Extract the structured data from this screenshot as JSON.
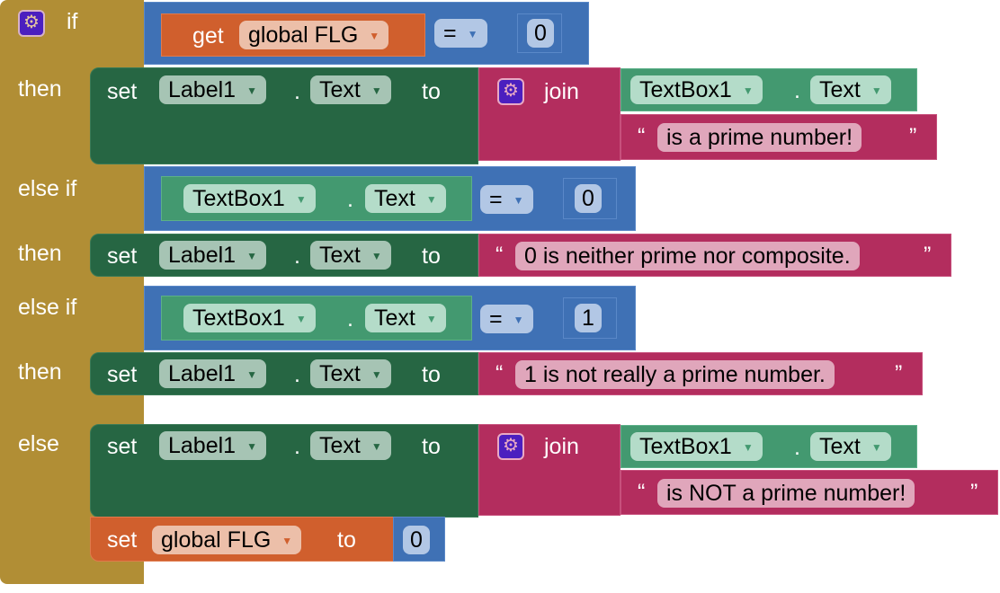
{
  "if_block": {
    "if_label": "if",
    "then_label": "then",
    "else_if_label": "else if",
    "else_label": "else"
  },
  "condition1": {
    "get_label": "get",
    "variable": "global FLG",
    "operator": "=",
    "value": "0"
  },
  "then1": {
    "set_label": "set",
    "component": "Label1",
    "dot": ".",
    "property": "Text",
    "to_label": "to",
    "join_label": "join",
    "join_component": "TextBox1",
    "join_property": "Text",
    "open_quote": "“",
    "close_quote": "”",
    "string": "is a prime number!"
  },
  "condition2": {
    "component": "TextBox1",
    "dot": ".",
    "property": "Text",
    "operator": "=",
    "value": "0"
  },
  "then2": {
    "set_label": "set",
    "component": "Label1",
    "dot": ".",
    "property": "Text",
    "to_label": "to",
    "open_quote": "“",
    "close_quote": "”",
    "string": "0 is neither prime nor composite."
  },
  "condition3": {
    "component": "TextBox1",
    "dot": ".",
    "property": "Text",
    "operator": "=",
    "value": "1"
  },
  "then3": {
    "set_label": "set",
    "component": "Label1",
    "dot": ".",
    "property": "Text",
    "to_label": "to",
    "open_quote": "“",
    "close_quote": "”",
    "string": "1 is not really a prime number."
  },
  "else1": {
    "set_label": "set",
    "component": "Label1",
    "dot": ".",
    "property": "Text",
    "to_label": "to",
    "join_label": "join",
    "join_component": "TextBox1",
    "join_property": "Text",
    "open_quote": "“",
    "close_quote": "”",
    "string": "is NOT a prime number!"
  },
  "set_global": {
    "set_label": "set",
    "variable": "global FLG",
    "to_label": "to",
    "value": "0"
  },
  "colors": {
    "control": "#b18e35",
    "math": "#3f71b5",
    "component_set": "#266643",
    "component_get": "#439970",
    "text": "#b32d5e",
    "variable": "#d05f2d"
  }
}
